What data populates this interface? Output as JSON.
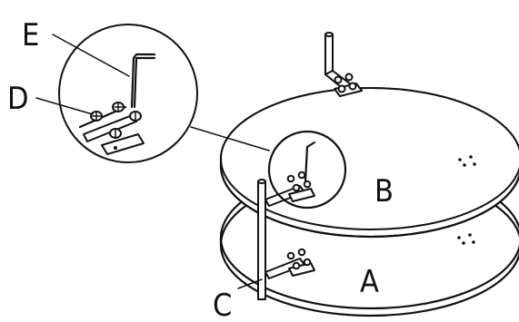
{
  "labels": {
    "E": "E",
    "D": "D",
    "B": "B",
    "A": "A",
    "C": "C"
  },
  "colors": {
    "ink": "#111111",
    "background": "#ffffff"
  },
  "icons": [
    "hex-key-icon",
    "bolt-icon",
    "bracket-icon"
  ]
}
